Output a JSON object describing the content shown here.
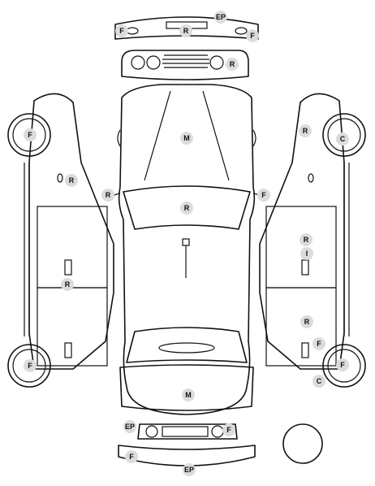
{
  "title": "",
  "badges": [
    {
      "id": "front-bumper-ep",
      "label": "EP"
    },
    {
      "id": "front-bumper-left-f",
      "label": "F"
    },
    {
      "id": "front-bumper-r",
      "label": "R"
    },
    {
      "id": "front-bumper-right-f",
      "label": "F"
    },
    {
      "id": "grille-r",
      "label": "R"
    },
    {
      "id": "hood-m",
      "label": "M"
    },
    {
      "id": "windshield-r",
      "label": "R"
    },
    {
      "id": "left-mirror-r",
      "label": "R"
    },
    {
      "id": "right-mirror-f",
      "label": "F"
    },
    {
      "id": "rear-window-m",
      "label": "M"
    },
    {
      "id": "rear-ep",
      "label": "EP"
    },
    {
      "id": "rear-f",
      "label": "F"
    },
    {
      "id": "rear-bumper-f",
      "label": "F"
    },
    {
      "id": "rear-bumper-ep",
      "label": "EP"
    },
    {
      "id": "left-front-wheel-f",
      "label": "F"
    },
    {
      "id": "left-rear-wheel-f",
      "label": "F"
    },
    {
      "id": "left-fender-r",
      "label": "R"
    },
    {
      "id": "left-door-r",
      "label": "R"
    },
    {
      "id": "right-front-wheel-c",
      "label": "C"
    },
    {
      "id": "right-rear-wheel-f",
      "label": "F"
    },
    {
      "id": "right-fender-r",
      "label": "R"
    },
    {
      "id": "right-door-r",
      "label": "R"
    },
    {
      "id": "right-door-i",
      "label": "I"
    },
    {
      "id": "right-rear-door-r",
      "label": "R"
    },
    {
      "id": "right-rear-f",
      "label": "F"
    },
    {
      "id": "right-rear-c",
      "label": "C"
    }
  ]
}
